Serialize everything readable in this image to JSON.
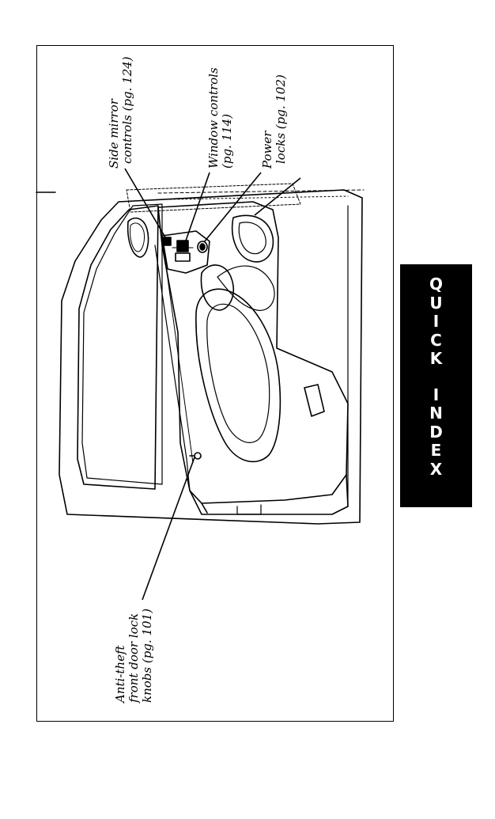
{
  "callouts": {
    "side_mirror": {
      "line1": "Side mirror",
      "line2": "controls (pg. 124)"
    },
    "window": {
      "line1": "Window controls",
      "line2": "(pg. 114)"
    },
    "power_locks": {
      "line1": "Power",
      "line2": "locks (pg. 102)"
    },
    "anti_theft": {
      "line1": "Anti-theft",
      "line2": "front door lock",
      "line3": "knobs (pg. 101)"
    }
  },
  "side_tab": {
    "letters": [
      "Q",
      "U",
      "I",
      "C",
      "K",
      "",
      "I",
      "N",
      "D",
      "E",
      "X"
    ]
  },
  "colors": {
    "ink": "#000000",
    "paper": "#ffffff",
    "tab_bg": "#000000",
    "tab_text": "#ffffff"
  }
}
